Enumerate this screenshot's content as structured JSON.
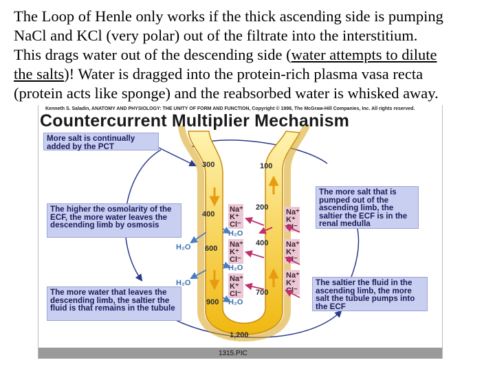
{
  "intro": {
    "line1": "The Loop of Henle only works if the thick ascending side is pumping",
    "line2": "NaCl and KCl (very polar) out of the filtrate into the interstitium.",
    "line3": "This drags water out of the descending side (",
    "line3_ul": "water attempts to dilute",
    "line4_ul": "the salts",
    "line4": ")!  Water is dragged into the protein-rich plasma vasa recta",
    "line5": "(protein acts like sponge) and the reabsorbed water is whisked away."
  },
  "figure": {
    "credit": "Kenneth S. Saladin, ANATOMY AND PHYSIOLOGY: THE UNITY OF FORM AND FUNCTION, Copyright © 1998, The McGraw-Hill Companies, Inc. All rights reserved.",
    "title": "Countercurrent Multiplier Mechanism",
    "code": "1315.PIC",
    "boxes": {
      "pct": "More salt is continually added by the PCT",
      "osmolarity": "The higher the osmolarity of the ECF, the more water leaves the descending limb by osmosis",
      "more_water": "The more water that leaves the descending limb, the saltier the fluid is that remains in the tubule",
      "more_salt": "The more salt that is pumped out of the ascending limb, the saltier the ECF is in the renal medulla",
      "saltier": "The saltier the fluid in the ascending limb, the more salt the tubule pumps into the ECF"
    },
    "osmolarity_values": {
      "descending": [
        "300",
        "400",
        "600",
        "900"
      ],
      "ascending": [
        "100",
        "200",
        "400",
        "700"
      ],
      "bottom": "1,200"
    },
    "ions": {
      "na": "Na⁺",
      "k": "K⁺",
      "cl": "Cl⁻"
    },
    "water": "H₂O",
    "colors": {
      "tubule": "#f5c518",
      "tubule_edge": "#c98a10",
      "box_fill": "#c9cff0",
      "box_text": "#1a1a5a",
      "ion_box": "#ecc8d4",
      "water_label": "#3a6fb0",
      "ion_arrow": "#c0306a",
      "water_arrow": "#4a7cc0",
      "cycle_arrow": "#2a3a8a"
    }
  }
}
